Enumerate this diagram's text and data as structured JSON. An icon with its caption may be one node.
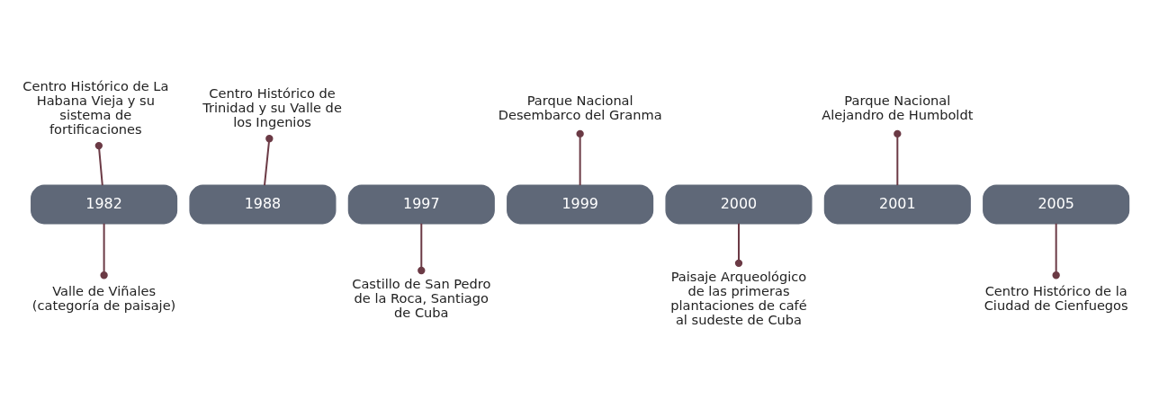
{
  "diagram": {
    "nodes": [
      {
        "text": [
          "Centro Histórico de La Habana Vieja y su sistema de fortificaciones"
        ]
      },
      {
        "text": [
          "Centro Histórico de Trinidad y su Valle de los Ingenios"
        ]
      },
      {
        "text": [
          "Parque Nacional Desembarco del Granma"
        ]
      },
      {
        "text": [
          "Parque Nacional Alejandro de Humboldt"
        ]
      },
      {
        "text": [
          "1982"
        ]
      },
      {
        "text": [
          "1988"
        ]
      },
      {
        "text": [
          "1997"
        ]
      },
      {
        "text": [
          "1999"
        ]
      },
      {
        "text": [
          "2000"
        ]
      },
      {
        "text": [
          "2001"
        ]
      },
      {
        "text": [
          "2005"
        ]
      },
      {
        "text": [
          "Valle de Viñales (categoría de paisaje)"
        ]
      },
      {
        "text": [
          "Castillo de San Pedro de la Roca, Santiago de Cuba"
        ]
      },
      {
        "text": [
          "Paisaje Arqueológico de las primeras plantaciones de café al sudeste de Cuba"
        ]
      },
      {
        "text": [
          "Centro Histórico de la Ciudad de Cienfuegos"
        ]
      }
    ],
    "edges": [
      {
        "from": 0,
        "to": 4,
        "arrow": "other"
      },
      {
        "from": 4,
        "to": 11,
        "arrow": "other"
      },
      {
        "from": 1,
        "to": 5,
        "arrow": "other"
      },
      {
        "from": 6,
        "to": 12,
        "arrow": "other"
      },
      {
        "from": 2,
        "to": 7,
        "arrow": "other"
      },
      {
        "from": 8,
        "to": 13,
        "arrow": "other"
      },
      {
        "from": 3,
        "to": 9,
        "arrow": "other"
      },
      {
        "from": 10,
        "to": 14,
        "arrow": "other"
      }
    ]
  }
}
